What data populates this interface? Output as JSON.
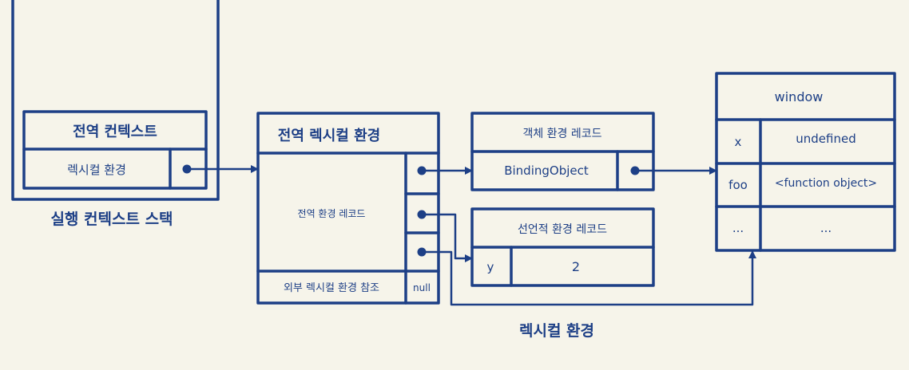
{
  "colors": {
    "ink": "#1d3f86",
    "background": "#f6f4ea"
  },
  "execution_context_stack": {
    "label": "실행 컨텍스트 스택",
    "global_context": {
      "title": "전역 컨텍스트",
      "lexical_env_label": "렉시컬 환경"
    }
  },
  "global_lexical_environment": {
    "title": "전역 렉시컬 환경",
    "env_record_label": "전역 환경 레코드",
    "outer_ref_label": "외부 렉시컬 환경 참조",
    "outer_ref_value": "null"
  },
  "object_env_record": {
    "title": "객체 환경 레코드",
    "binding_label": "BindingObject"
  },
  "declarative_env_record": {
    "title": "선언적 환경 레코드",
    "row": {
      "key": "y",
      "value": "2"
    }
  },
  "window_object": {
    "title": "window",
    "rows": [
      {
        "key": "x",
        "value": "undefined"
      },
      {
        "key": "foo",
        "value": "<function object>"
      },
      {
        "key": "...",
        "value": "..."
      }
    ]
  },
  "bottom_label": "렉시컬 환경"
}
